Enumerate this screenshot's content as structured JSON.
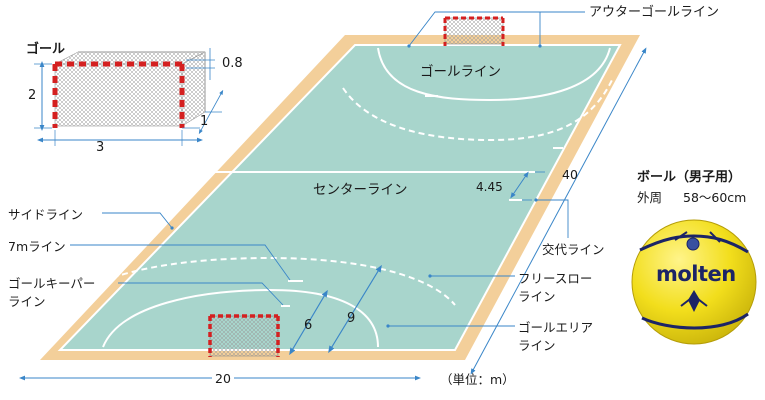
{
  "goal_panel": {
    "title": "ゴール",
    "height": "2",
    "width": "3",
    "bar_size": "0.8",
    "depth": "1"
  },
  "court_labels": {
    "outer_goal_line": "アウターゴールライン",
    "goal_line": "ゴールライン",
    "center_line": "センターライン",
    "side_line": "サイドライン",
    "seven_m_line": "7mライン",
    "goalkeeper_line": [
      "ゴールキーパー",
      "ライン"
    ],
    "free_throw_line": [
      "フリースロー",
      "ライン"
    ],
    "goal_area_line": [
      "ゴールエリア",
      "ライン"
    ],
    "substitution_line": "交代ライン"
  },
  "dimensions": {
    "length": "40",
    "width": "20",
    "substitution_offset": "4.45",
    "goal_area_radius": "6",
    "free_throw_radius": "9",
    "unit_note": "（単位：m）"
  },
  "ball": {
    "title": "ボール（男子用）",
    "circumference_label": "外周",
    "circumference_value": "58〜60cm",
    "brand": "molten"
  },
  "colors": {
    "court": "#a8d5cc",
    "border": "#f3cf9a",
    "goal_red": "#d42020",
    "ball_yellow": "#f2de1c",
    "ball_navy": "#1c2466",
    "leader": "#3a86c8"
  }
}
